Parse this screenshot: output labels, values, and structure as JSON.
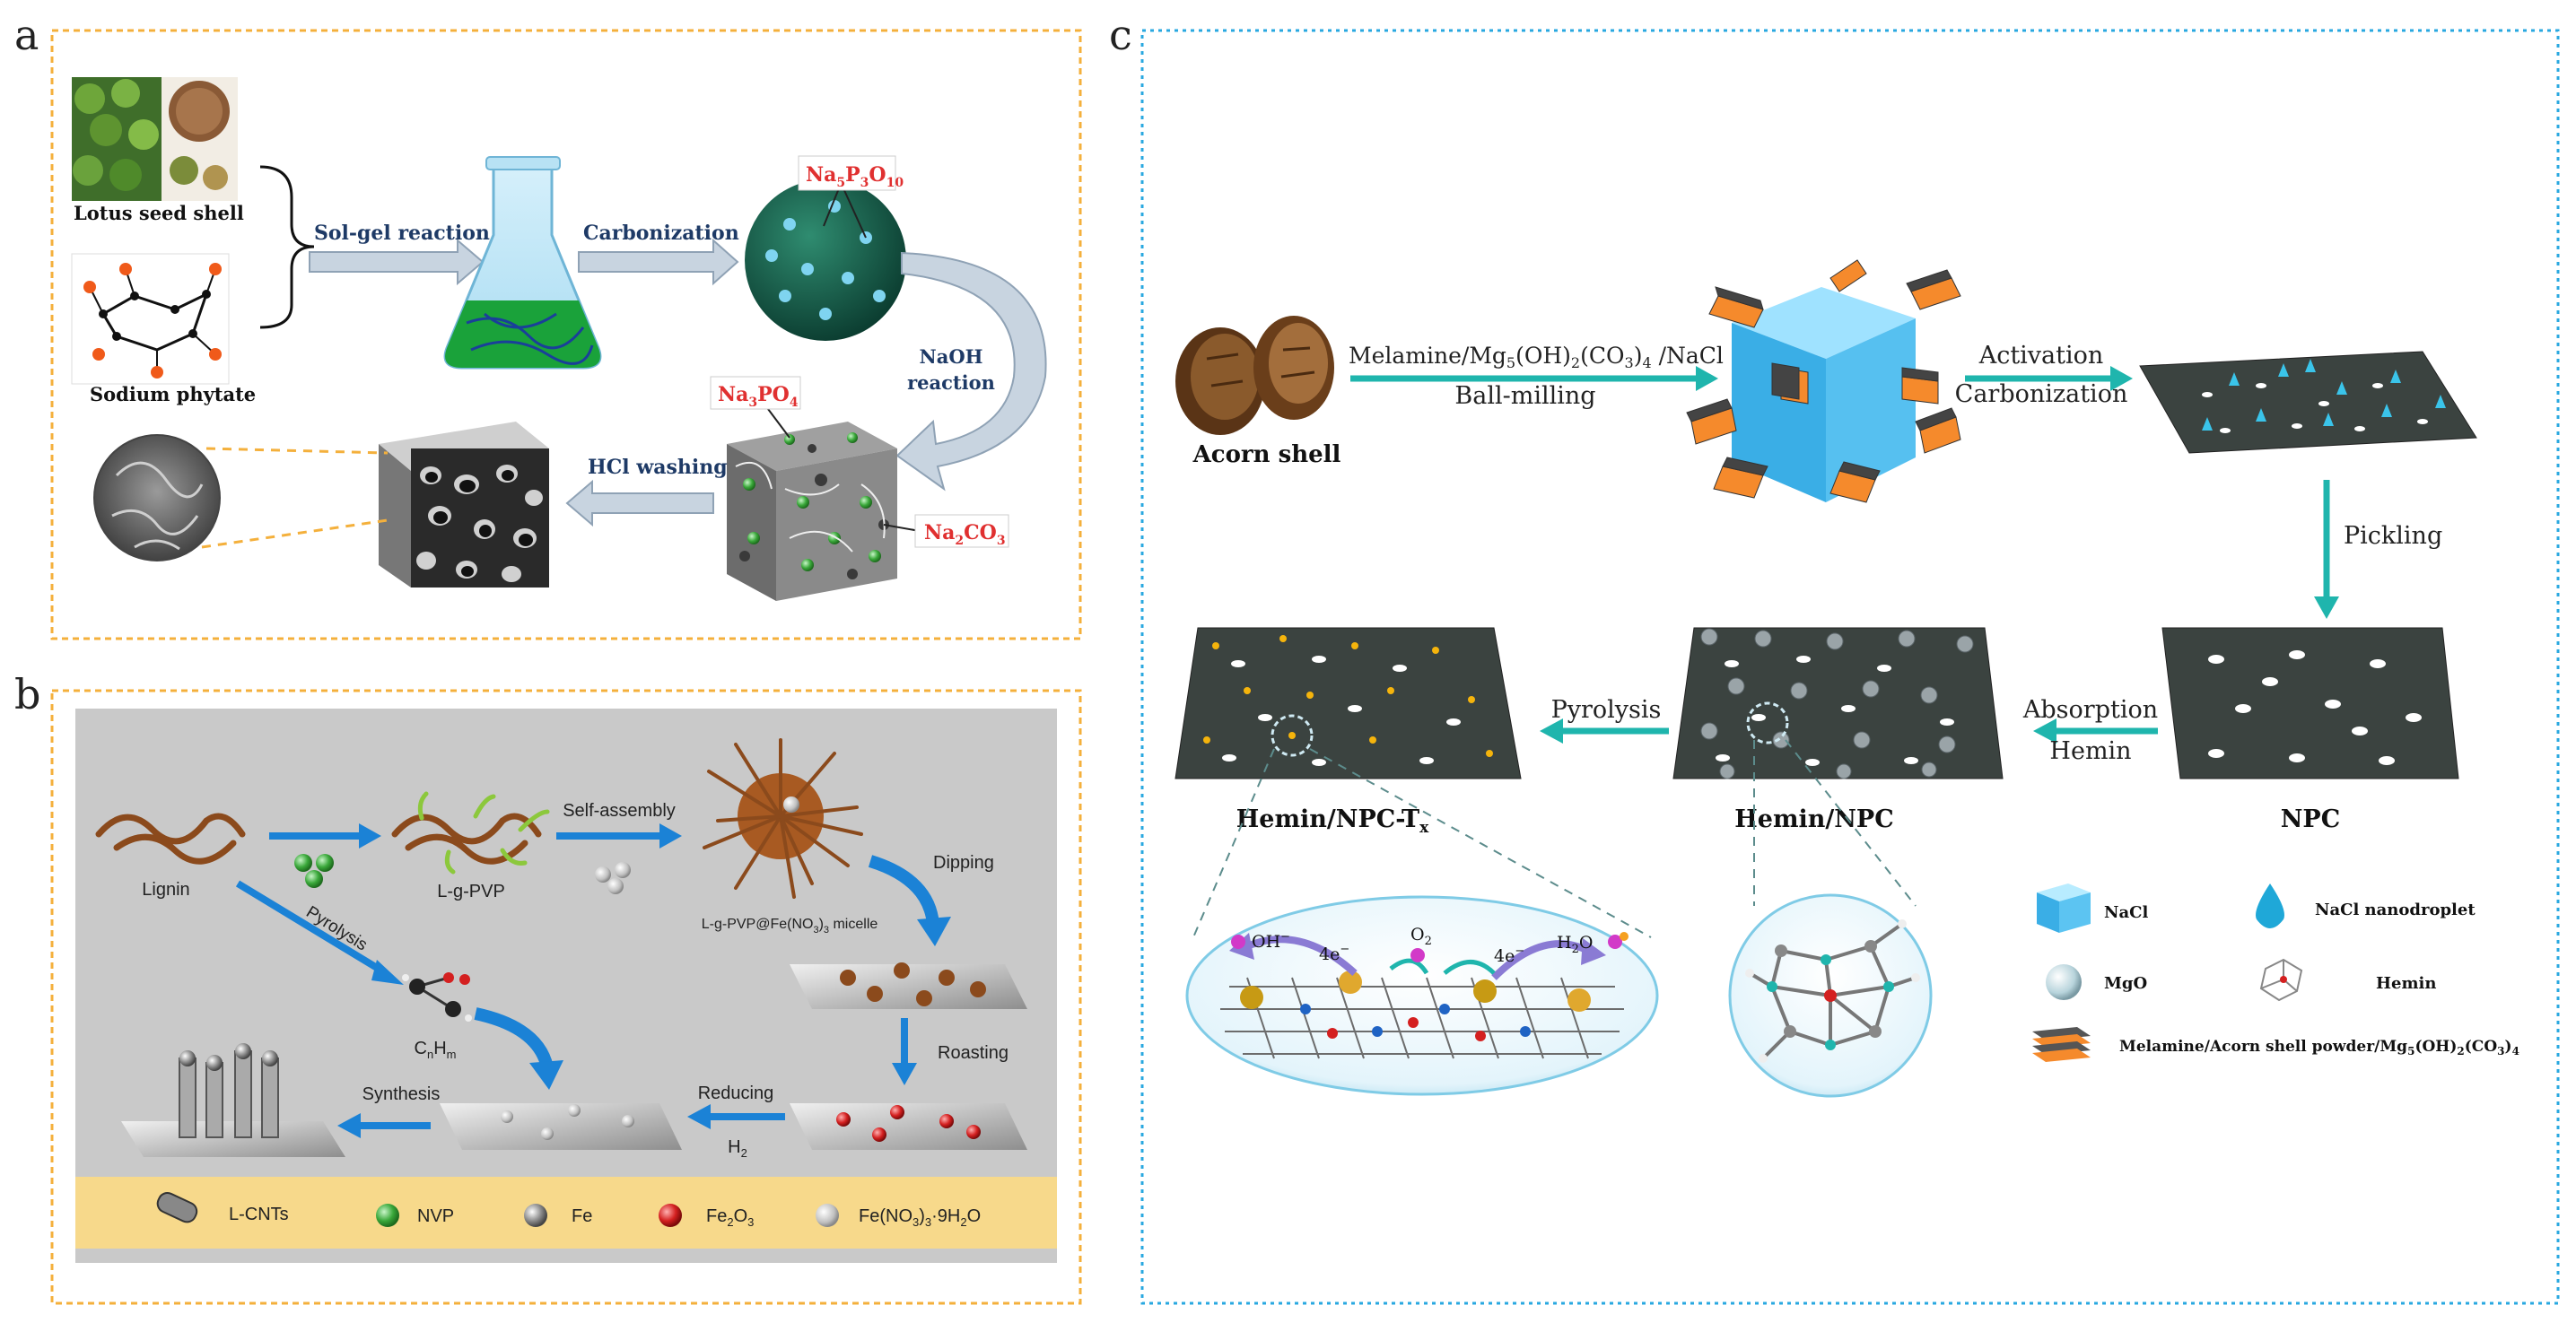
{
  "panel_a": {
    "letter": "a",
    "lotus_label": "Lotus seed shell",
    "phytate_label": "Sodium phytate",
    "solgel": "Sol-gel reaction",
    "carbonization": "Carbonization",
    "na5p3o10": {
      "main": "Na",
      "s1": "5",
      "m2": "P",
      "s2": "3",
      "m3": "O",
      "s3": "10"
    },
    "naoh_line1": "NaOH",
    "naoh_line2": "reaction",
    "na3po4": {
      "main": "Na",
      "s1": "3",
      "m2": "PO",
      "s2": "4"
    },
    "na2co3": {
      "main": "Na",
      "s1": "2",
      "m2": "CO",
      "s2": "3"
    },
    "hcl_washing": "HCl washing",
    "colors": {
      "border": "#f4b03c",
      "label_red": "#e03030",
      "arrow": "#c8d4e0",
      "text": "#1e3a66"
    }
  },
  "panel_b": {
    "letter": "b",
    "lignin": "Lignin",
    "lgpvp": "L-g-PVP",
    "self_assembly": "Self-assembly",
    "micelle": {
      "a": "L-g-PVP@Fe(NO",
      "s1": "3",
      "b": ")",
      "s2": "3",
      "c": " micelle"
    },
    "dipping": "Dipping",
    "pyrolysis": "Pyrolysis",
    "cnhm": {
      "a": "C",
      "s1": "n",
      "b": "H",
      "s2": "m"
    },
    "roasting": "Roasting",
    "reducing": "Reducing",
    "h2": {
      "a": "H",
      "s1": "2"
    },
    "synthesis": "Synthesis",
    "legend": {
      "lcnts": "L-CNTs",
      "nvp": "NVP",
      "fe": "Fe",
      "fe2o3": {
        "a": "Fe",
        "s1": "2",
        "b": "O",
        "s2": "3"
      },
      "fenitrate": {
        "a": "Fe(NO",
        "s1": "3",
        "b": ")",
        "s2": "3",
        "c": "·9H",
        "s3": "2",
        "d": "O"
      }
    },
    "colors": {
      "border": "#f4b03c",
      "bg": "#c9c9c9",
      "legend_bg": "#f7d98b",
      "arrow": "#1b82d6",
      "lignin": "#8b4a1c"
    }
  },
  "panel_c": {
    "letter": "c",
    "acorn_label": "Acorn shell",
    "melamine": {
      "a": "Melamine/Mg",
      "s1": "5",
      "b": "(OH)",
      "s2": "2",
      "c": "(CO",
      "s3": "3",
      "d": ")",
      "s4": "4",
      "e": " /NaCl"
    },
    "ball_milling": "Ball-milling",
    "activation": "Activation",
    "carbonization": "Carbonization",
    "pickling": "Pickling",
    "npc": "NPC",
    "absorption": "Absorption",
    "hemin": "Hemin",
    "hemin_npc": "Hemin/NPC",
    "pyrolysis": "Pyrolysis",
    "hemin_npc_t": {
      "a": "Hemin/NPC-T",
      "s1": "x"
    },
    "oh": {
      "a": "OH",
      "s1": "−"
    },
    "o2": {
      "a": "O",
      "s1": "2"
    },
    "h2o": {
      "a": "H",
      "s1": "2",
      "b": "O"
    },
    "fourE1": {
      "a": "4e",
      "s1": "−"
    },
    "fourE2": {
      "a": "4e",
      "s1": "−"
    },
    "legend": {
      "nacl": "NaCl",
      "nacl_droplet": "NaCl nanodroplet",
      "mgo": "MgO",
      "hemin": "Hemin",
      "composite": {
        "a": "Melamine/Acorn shell powder/Mg",
        "s1": "5",
        "b": "(OH)",
        "s2": "2",
        "c": "(CO",
        "s3": "3",
        "d": ")",
        "s4": "4"
      }
    },
    "colors": {
      "border": "#29a8e0",
      "arrow": "#1fb5ad",
      "sheet": "#3b4340",
      "cube": "#4ab8e8",
      "orange": "#f58a2c"
    }
  }
}
